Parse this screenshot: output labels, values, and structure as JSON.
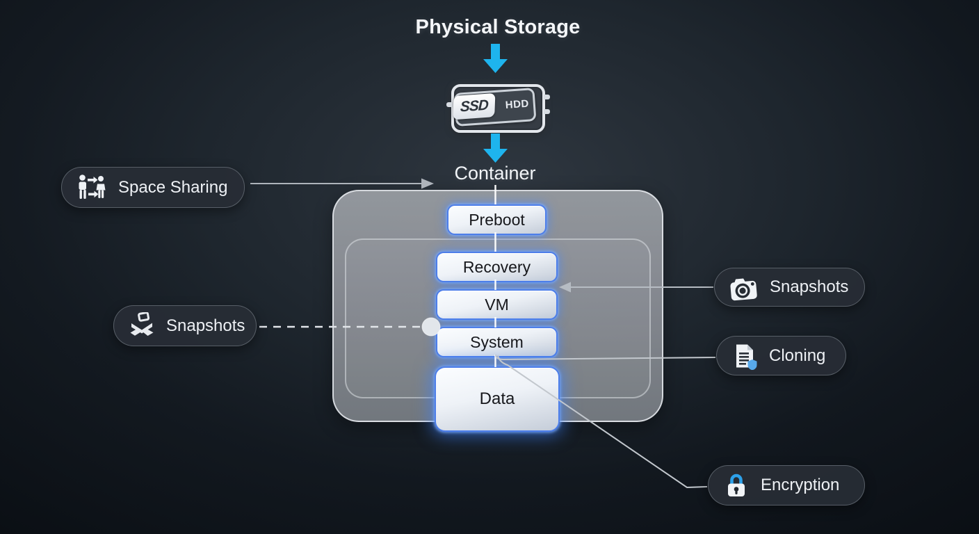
{
  "header": {
    "title": "Physical Storage"
  },
  "drive": {
    "ssd_label": "SSD",
    "hdd_label": "HDD"
  },
  "container": {
    "label": "Container",
    "volumes": [
      {
        "label": "Preboot"
      },
      {
        "label": "Recovery"
      },
      {
        "label": "VM"
      },
      {
        "label": "System"
      },
      {
        "label": "Data"
      }
    ]
  },
  "features": {
    "left": [
      {
        "label": "Space Sharing",
        "icon": "people-exchange-icon"
      },
      {
        "label": "Snapshots",
        "icon": "layers-stack-icon"
      }
    ],
    "right": [
      {
        "label": "Snapshots",
        "icon": "camera-icon"
      },
      {
        "label": "Cloning",
        "icon": "document-shield-icon"
      },
      {
        "label": "Encryption",
        "icon": "lock-icon"
      }
    ]
  },
  "colors": {
    "flow_arrow": "#1eb4ee",
    "volume_border": "#4d7ee9",
    "lock_shackle": "#2da1ea",
    "shield": "#58a9ea",
    "connector": "#c2c7cd"
  }
}
